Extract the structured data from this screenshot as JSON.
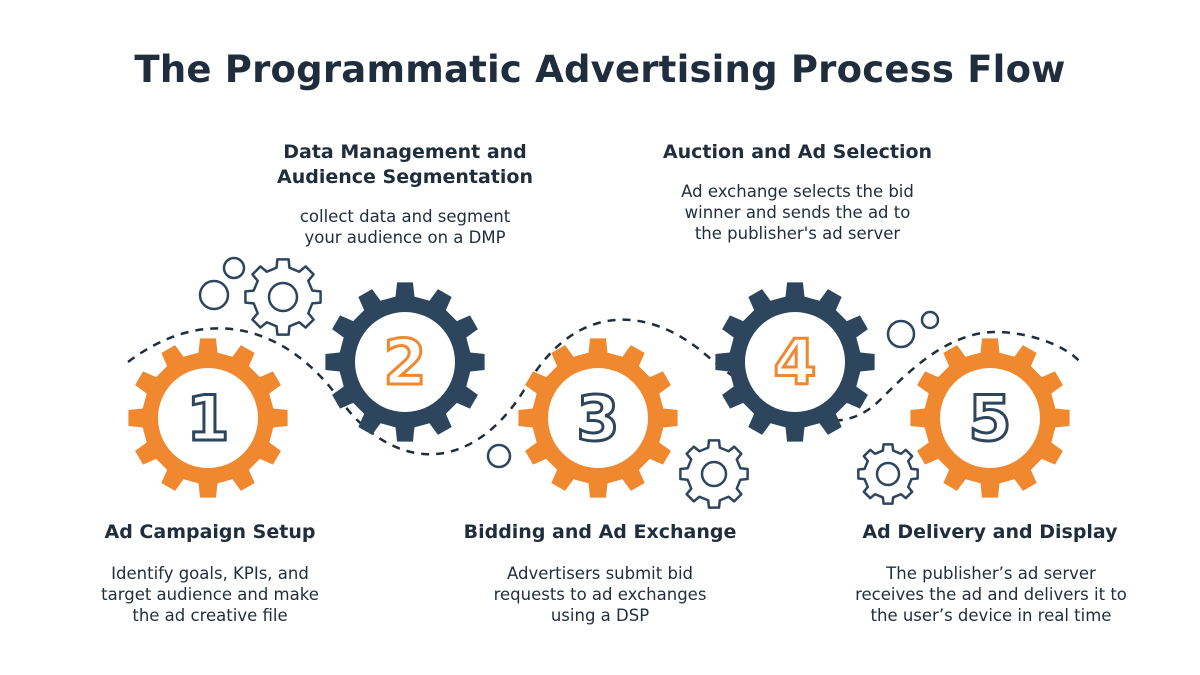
{
  "title": "The Programmatic Advertising Process Flow",
  "colors": {
    "orange": "#f0882f",
    "navy": "#2e465d",
    "text": "#1f2d3d"
  },
  "steps": [
    {
      "number": "1",
      "title": "Ad Campaign Setup",
      "description": "Identify goals, KPIs, and target audience and make the ad creative file",
      "gear_color": "orange"
    },
    {
      "number": "2",
      "title": "Data Management and Audience Segmentation",
      "description": "collect data and segment your audience on a DMP",
      "gear_color": "navy"
    },
    {
      "number": "3",
      "title": "Bidding and Ad Exchange",
      "description": "Advertisers submit bid requests to ad exchanges using a DSP",
      "gear_color": "orange"
    },
    {
      "number": "4",
      "title": "Auction and Ad Selection",
      "description": "Ad exchange selects the bid winner and sends the ad to the publisher's ad server",
      "gear_color": "navy"
    },
    {
      "number": "5",
      "title": "Ad Delivery and Display",
      "description": "The publisher’s ad server receives the ad and delivers it to the user’s device in real time",
      "gear_color": "orange"
    }
  ]
}
